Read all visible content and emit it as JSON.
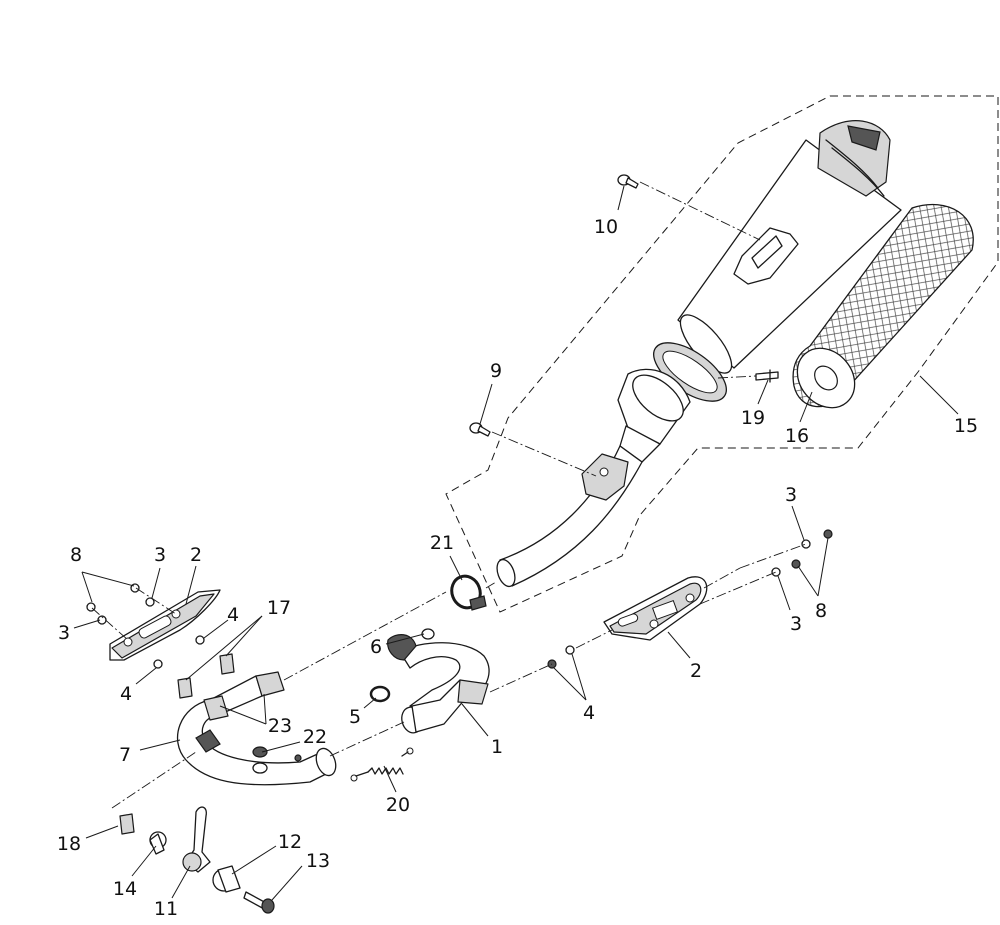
{
  "diagram": {
    "parts": [
      {
        "id": "1",
        "label": "1"
      },
      {
        "id": "2a",
        "label": "2"
      },
      {
        "id": "2b",
        "label": "2"
      },
      {
        "id": "3a",
        "label": "3"
      },
      {
        "id": "3b",
        "label": "3"
      },
      {
        "id": "3c",
        "label": "3"
      },
      {
        "id": "3d",
        "label": "3"
      },
      {
        "id": "4a",
        "label": "4"
      },
      {
        "id": "4b",
        "label": "4"
      },
      {
        "id": "4c",
        "label": "4"
      },
      {
        "id": "5",
        "label": "5"
      },
      {
        "id": "6",
        "label": "6"
      },
      {
        "id": "7",
        "label": "7"
      },
      {
        "id": "8a",
        "label": "8"
      },
      {
        "id": "8b",
        "label": "8"
      },
      {
        "id": "9",
        "label": "9"
      },
      {
        "id": "10",
        "label": "10"
      },
      {
        "id": "11",
        "label": "11"
      },
      {
        "id": "12",
        "label": "12"
      },
      {
        "id": "13",
        "label": "13"
      },
      {
        "id": "14",
        "label": "14"
      },
      {
        "id": "15",
        "label": "15"
      },
      {
        "id": "16",
        "label": "16"
      },
      {
        "id": "17",
        "label": "17"
      },
      {
        "id": "18",
        "label": "18"
      },
      {
        "id": "19",
        "label": "19"
      },
      {
        "id": "20",
        "label": "20"
      },
      {
        "id": "21",
        "label": "21"
      },
      {
        "id": "22",
        "label": "22"
      },
      {
        "id": "23",
        "label": "23"
      }
    ]
  }
}
